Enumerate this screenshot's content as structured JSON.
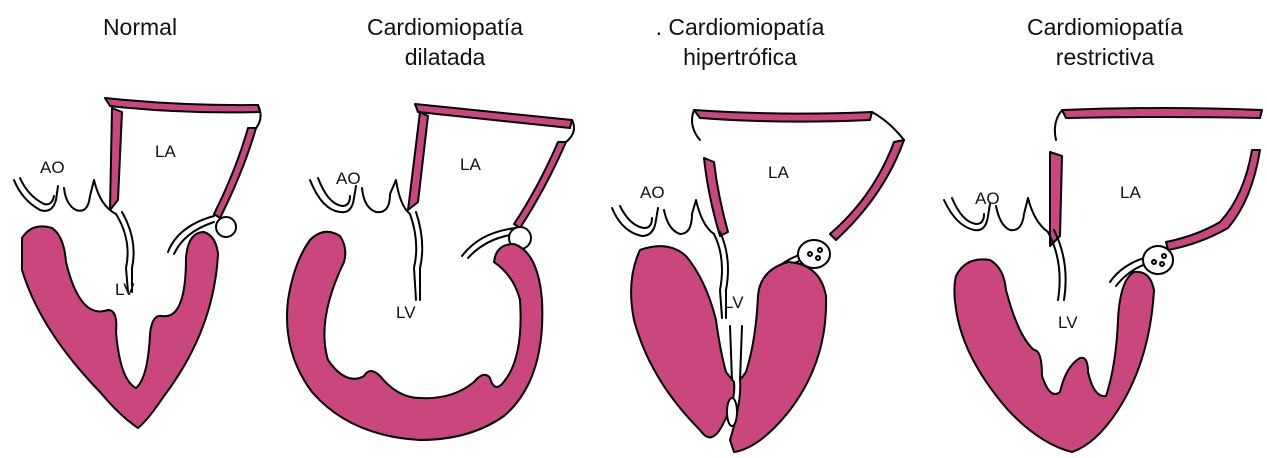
{
  "panels": [
    {
      "title_lines": [
        "Normal"
      ],
      "labels": {
        "ao": "AO",
        "la": "LA",
        "lv": "LV"
      }
    },
    {
      "title_lines": [
        "Cardiomiopatía",
        "dilatada"
      ],
      "labels": {
        "ao": "AO",
        "la": "LA",
        "lv": "LV"
      }
    },
    {
      "title_lines": [
        ".  Cardiomiopatía",
        "hipertrófica"
      ],
      "labels": {
        "ao": "AO",
        "la": "LA",
        "lv": "LV"
      }
    },
    {
      "title_lines": [
        "Cardiomiopatía",
        "restrictiva"
      ],
      "labels": {
        "ao": "AO",
        "la": "LA",
        "lv": "LV"
      }
    }
  ],
  "colors": {
    "myocardium": "#c9467e",
    "outline": "#000000",
    "background": "#ffffff"
  }
}
